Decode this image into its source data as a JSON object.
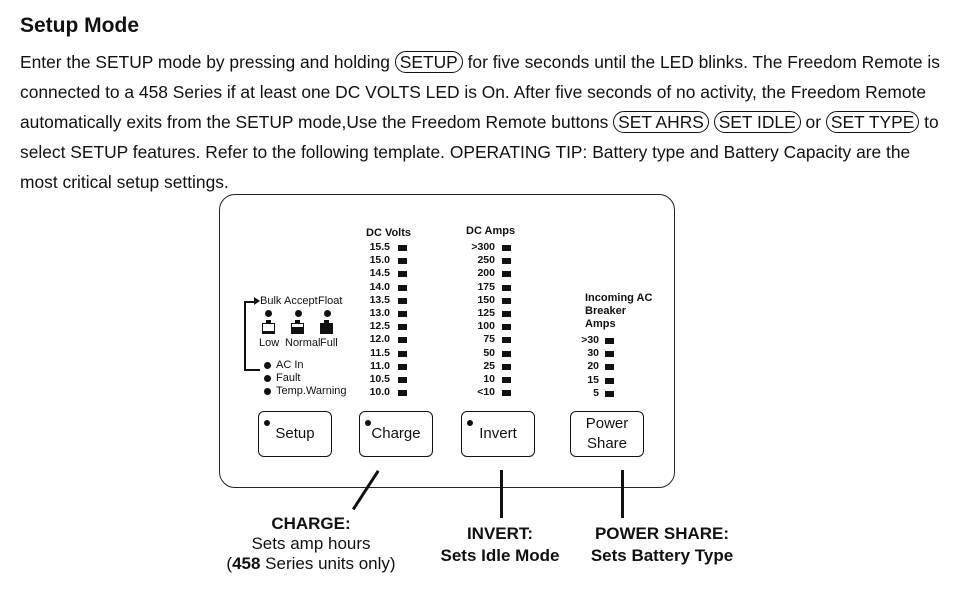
{
  "heading": "Setup Mode",
  "paragraph": {
    "l1_a": "Enter the SETUP mode by pressing and holding ",
    "l1_pill": "SETUP",
    "l1_b": " for five seconds until the LED blinks. The Freedom Remote is",
    "l2": "connected to a 458 Series if at least one DC VOLTS LED is On. After five seconds of no activity, the Freedom Remote",
    "l3_a": "automatically exits from the SETUP mode,Use the Freedom Remote buttons ",
    "l3_pill1": "SET AHRS",
    "l3_pill2": "SET IDLE",
    "l3_or": " or ",
    "l3_pill3": "SET TYPE",
    "l3_b": " to",
    "l4": "select SETUP features. Refer to the following template. OPERATING TIP: Battery type and Battery Capacity are the",
    "l5": "most critical setup settings."
  },
  "panel": {
    "status": {
      "bulk": "Bulk",
      "accept": "Accept",
      "float": "Float",
      "low": "Low",
      "normal": "Normal",
      "full": "Full",
      "ac_in": "AC In",
      "fault": "Fault",
      "temp_warning": "Temp.Warning"
    },
    "dc_volts": {
      "title": "DC Volts",
      "values": [
        "15.5",
        "15.0",
        "14.5",
        "14.0",
        "13.5",
        "13.0",
        "12.5",
        "12.0",
        "11.5",
        "11.0",
        "10.5",
        "10.0"
      ]
    },
    "dc_amps": {
      "title": "DC Amps",
      "values": [
        ">300",
        "250",
        "200",
        "175",
        "150",
        "125",
        "100",
        "75",
        "50",
        "25",
        "10",
        "<10"
      ]
    },
    "breaker": {
      "title_1": "Incoming AC",
      "title_2": "Breaker",
      "title_3": "Amps",
      "values": [
        ">30",
        "30",
        "20",
        "15",
        "5"
      ]
    },
    "buttons": {
      "setup": "Setup",
      "charge": "Charge",
      "invert": "Invert",
      "power_1": "Power",
      "power_2": "Share"
    }
  },
  "captions": {
    "charge_head": "CHARGE:",
    "charge_l1": "Sets amp hours",
    "charge_l2_open": "(",
    "charge_l2_bold": "458",
    "charge_l2_rest": " Series units only)",
    "invert_head": "INVERT:",
    "invert_sub": "Sets Idle Mode",
    "power_head": "POWER SHARE:",
    "power_sub": "Sets Battery Type"
  }
}
